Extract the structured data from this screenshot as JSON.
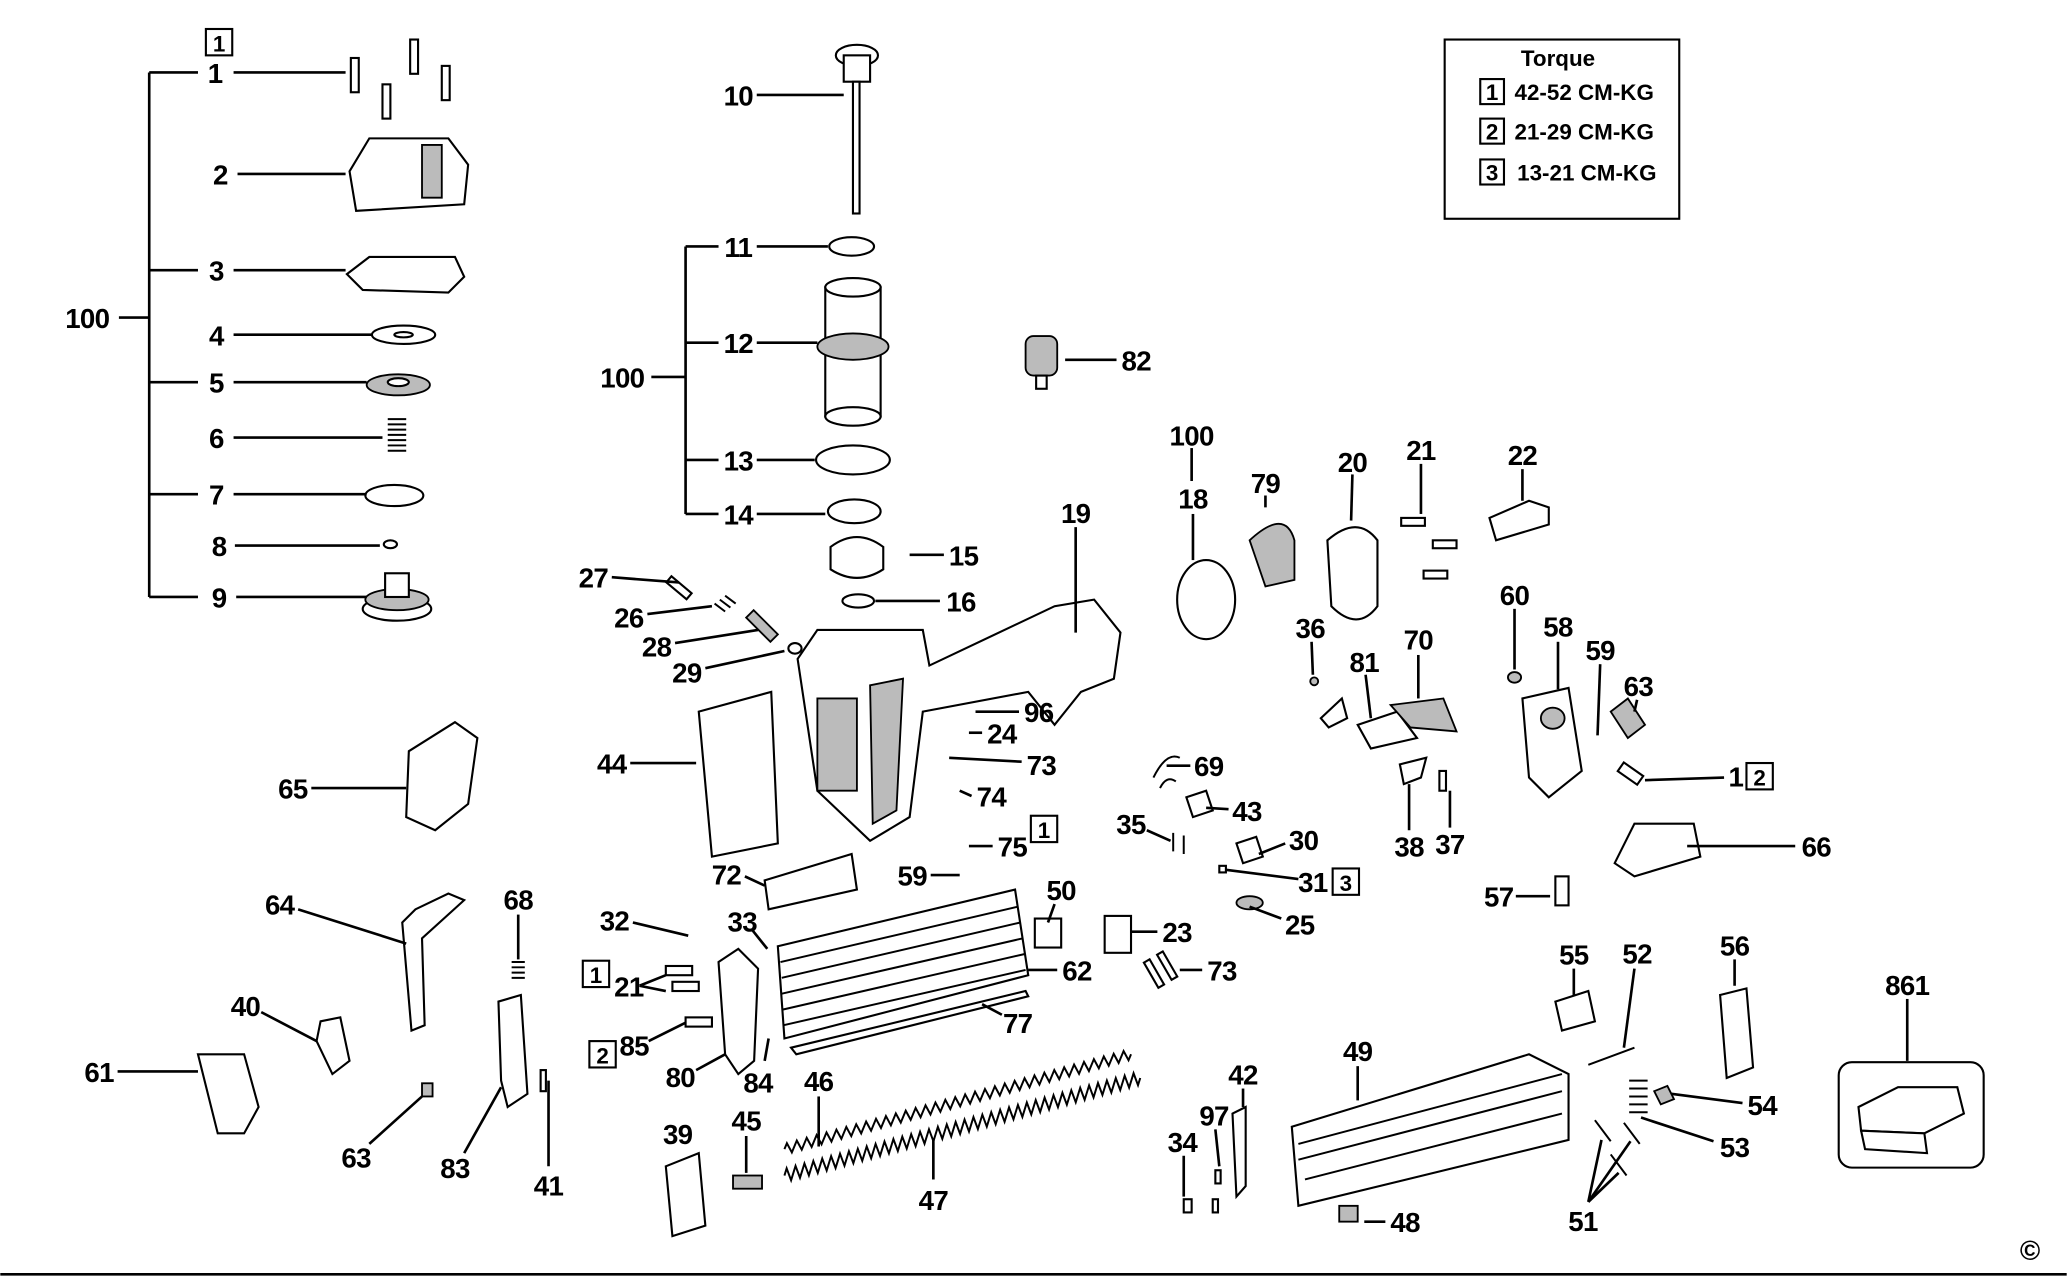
{
  "torque": {
    "title": "Torque",
    "rows": [
      {
        "key": "1",
        "value": "42-52 CM-KG"
      },
      {
        "key": "2",
        "value": "21-29 CM-KG"
      },
      {
        "key": "3",
        "value": "13-21 CM-KG"
      }
    ]
  },
  "callouts": [
    "1",
    "2",
    "3",
    "4",
    "5",
    "6",
    "7",
    "8",
    "9",
    "100",
    "10",
    "11",
    "12",
    "13",
    "14",
    "100",
    "15",
    "16",
    "82",
    "19",
    "27",
    "26",
    "28",
    "29",
    "96",
    "24",
    "73",
    "74",
    "44",
    "65",
    "75",
    "59",
    "72",
    "32",
    "33",
    "50",
    "23",
    "62",
    "73",
    "77",
    "21",
    "85",
    "80",
    "84",
    "46",
    "47",
    "45",
    "39",
    "64",
    "68",
    "40",
    "61",
    "63",
    "83",
    "41",
    "100",
    "18",
    "79",
    "20",
    "21",
    "22",
    "36",
    "81",
    "70",
    "60",
    "58",
    "59",
    "63",
    "1",
    "69",
    "43",
    "35",
    "30",
    "31",
    "25",
    "38",
    "37",
    "66",
    "57",
    "55",
    "52",
    "56",
    "49",
    "42",
    "97",
    "34",
    "48",
    "54",
    "53",
    "51",
    "861"
  ],
  "torque_markers": [
    "1",
    "1",
    "1",
    "2",
    "1",
    "2",
    "3"
  ],
  "copyright": "©"
}
